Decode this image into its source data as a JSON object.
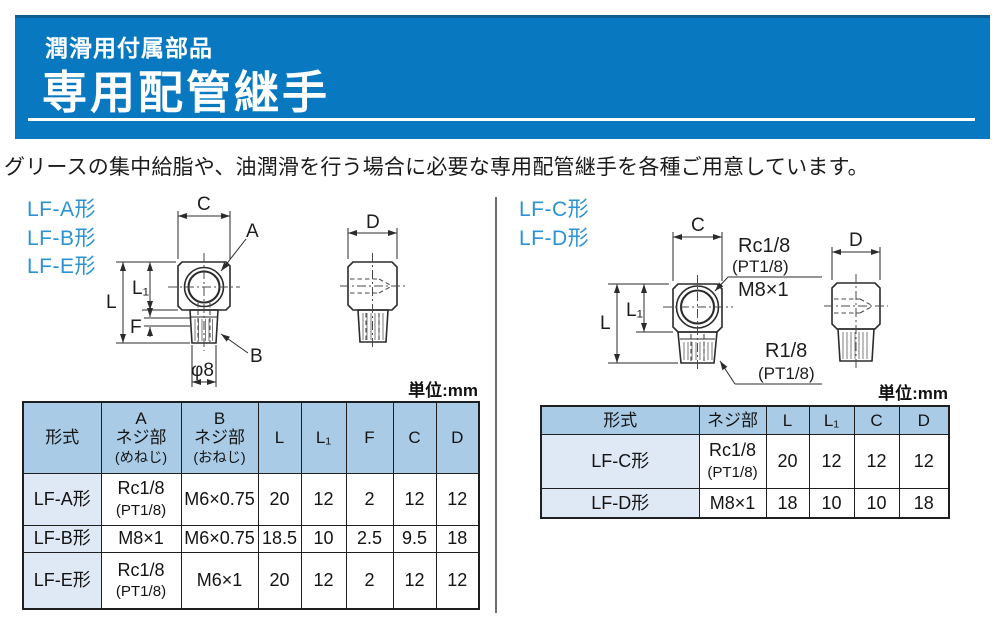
{
  "header": {
    "category": "潤滑用付属部品",
    "title": "専用配管継手"
  },
  "intro": "グリースの集中給脂や、油潤滑を行う場合に必要な専用配管継手を各種ご用意しています。",
  "colors": {
    "band_blue": "#0878c1",
    "band_edge": "#0d5d92",
    "model_label_blue": "#2b93d4",
    "table_header_bg": "#a9cbe6",
    "table_rowhead_bg": "#dfe8f5",
    "drawing_line": "#2b2b2b"
  },
  "left": {
    "models": [
      "LF-A形",
      "LF-B形",
      "LF-E形"
    ],
    "unit": "単位:mm",
    "labels": {
      "c": "C",
      "a": "A",
      "l": "L",
      "l1": "L₁",
      "f": "F",
      "b": "B",
      "phi": "φ8",
      "d": "D"
    },
    "table": {
      "headers": [
        "形式",
        "A\nネジ部\n(めねじ)",
        "B\nネジ部\n(おねじ)",
        "L",
        "L₁",
        "F",
        "C",
        "D"
      ],
      "rows": [
        [
          "LF-A形",
          "Rc1/8\n(PT1/8)",
          "M6×0.75",
          "20",
          "12",
          "2",
          "12",
          "12"
        ],
        [
          "LF-B形",
          "M8×1",
          "M6×0.75",
          "18.5",
          "10",
          "2.5",
          "9.5",
          "18"
        ],
        [
          "LF-E形",
          "Rc1/8\n(PT1/8)",
          "M6×1",
          "20",
          "12",
          "2",
          "12",
          "12"
        ]
      ]
    }
  },
  "right": {
    "models": [
      "LF-C形",
      "LF-D形"
    ],
    "unit": "単位:mm",
    "labels": {
      "c": "C",
      "l": "L",
      "l1": "L₁",
      "d": "D",
      "thread_female_1": "Rc1/8",
      "thread_female_2": "(PT1/8)",
      "thread_female_3": "M8×1",
      "thread_male_1": "R1/8",
      "thread_male_2": "(PT1/8)"
    },
    "table": {
      "headers": [
        "形式",
        "ネジ部",
        "L",
        "L₁",
        "C",
        "D"
      ],
      "rows": [
        [
          "LF-C形",
          "Rc1/8\n(PT1/8)",
          "20",
          "12",
          "12",
          "12"
        ],
        [
          "LF-D形",
          "M8×1",
          "18",
          "10",
          "10",
          "18"
        ]
      ]
    }
  }
}
